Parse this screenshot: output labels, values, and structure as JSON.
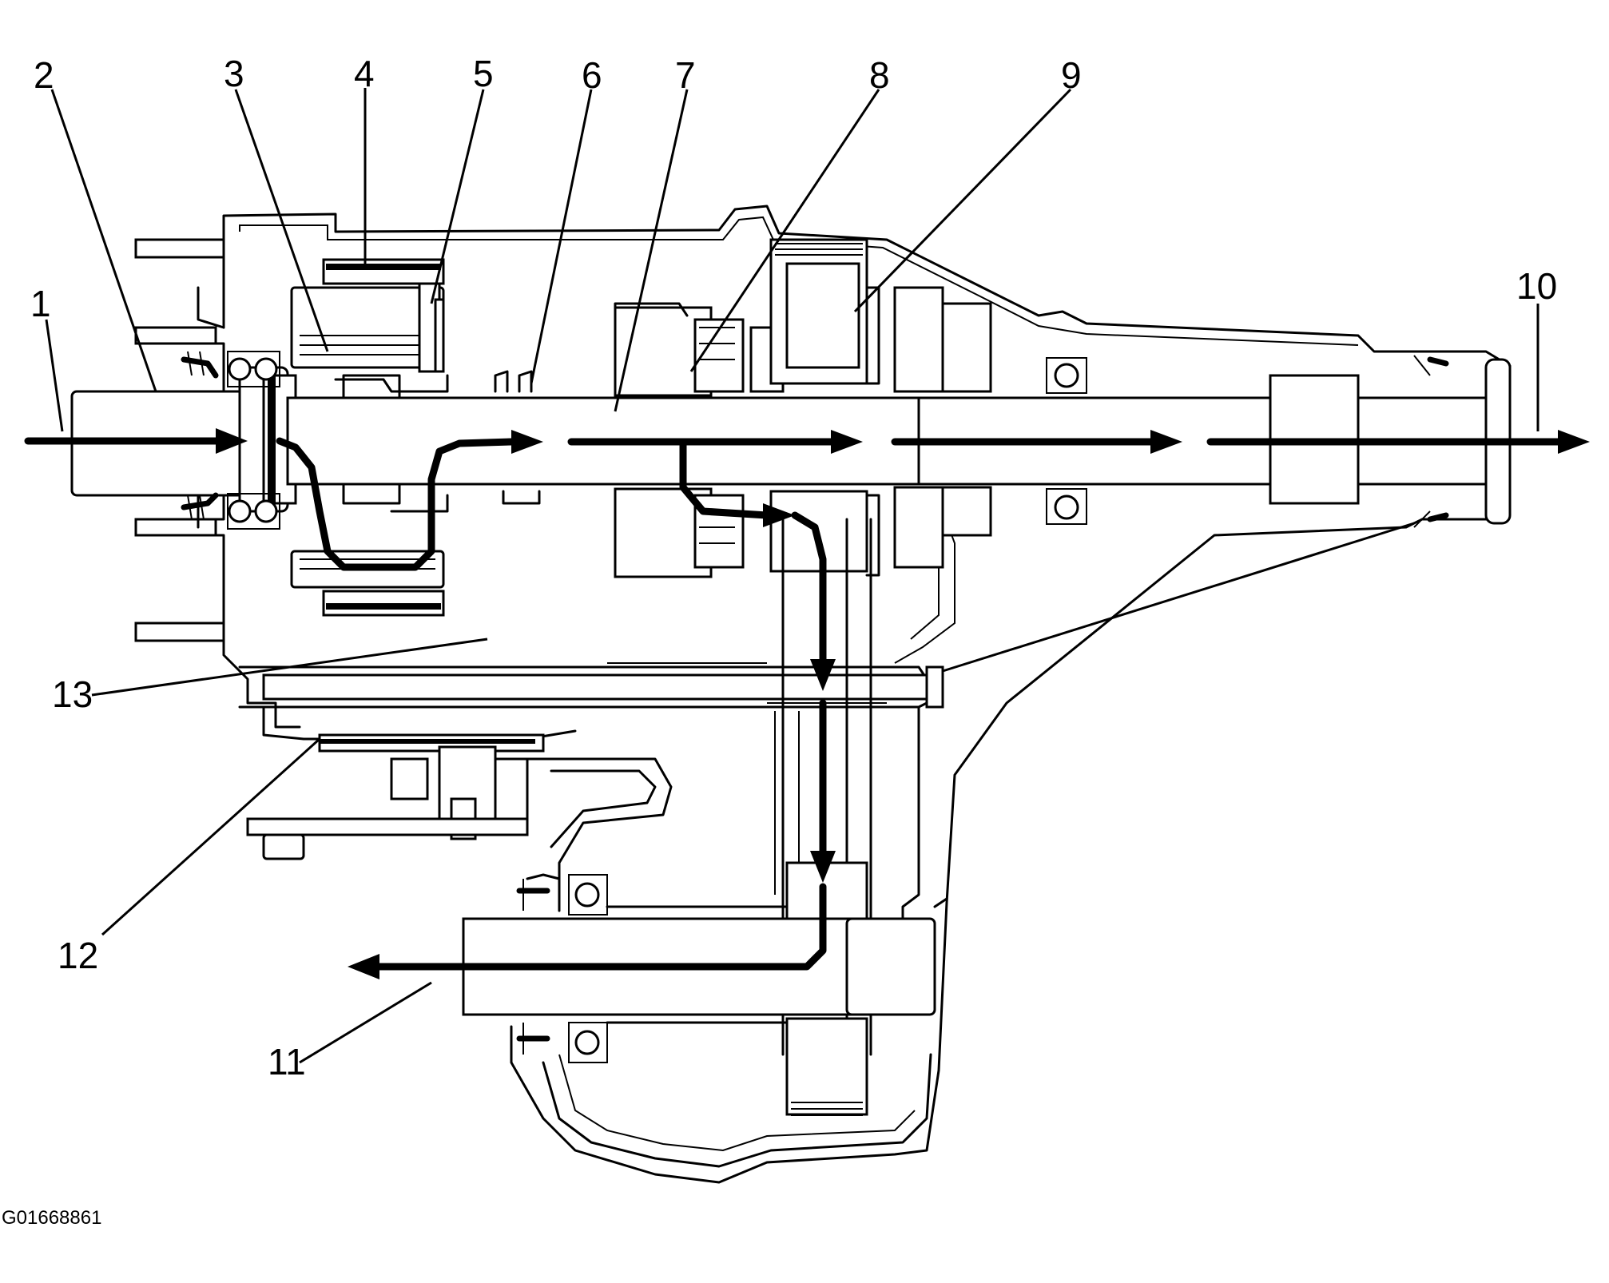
{
  "figure_id": "G01668861",
  "callouts": [
    "1",
    "2",
    "3",
    "4",
    "5",
    "6",
    "7",
    "8",
    "9",
    "10",
    "11",
    "12",
    "13"
  ],
  "colors": {
    "line": "#000000",
    "background": "#ffffff"
  }
}
